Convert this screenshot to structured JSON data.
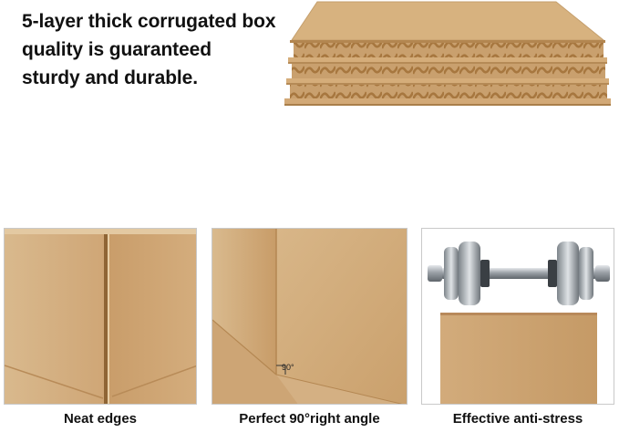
{
  "headline": {
    "line1": "5-layer thick corrugated box",
    "line2": "quality is guaranteed",
    "line3": "sturdy and durable."
  },
  "features": [
    {
      "caption": "Neat edges",
      "icon": "box-seam-photo"
    },
    {
      "caption": "Perfect 90°right angle",
      "icon": "box-corner-photo",
      "angle_label": "90°"
    },
    {
      "caption": "Effective anti-stress",
      "icon": "dumbbell-on-box-photo"
    }
  ],
  "colors": {
    "cardboard": "#cfa676",
    "cardboard_dark": "#b88b58",
    "cardboard_light": "#dbb888",
    "steel": "#9aa0a6"
  }
}
